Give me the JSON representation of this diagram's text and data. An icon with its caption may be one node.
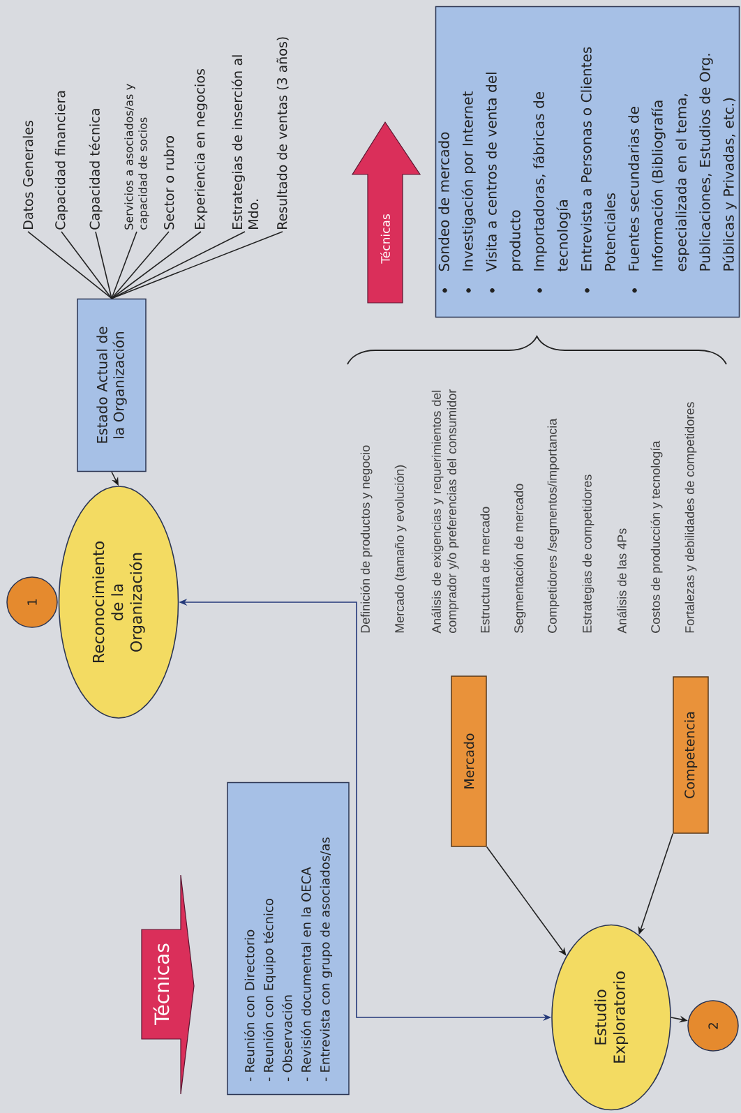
{
  "diagram": {
    "nodes": [
      {
        "text": [
          "1"
        ]
      },
      {
        "text": [
          "Reconocimiento de la Organización"
        ]
      },
      {
        "text": [
          "Estado Actual de la Organización"
        ]
      },
      {
        "text": [
          "Datos Generales"
        ]
      },
      {
        "text": [
          "Capacidad financiera"
        ]
      },
      {
        "text": [
          "Capacidad técnica"
        ]
      },
      {
        "text": [
          "Servicios a asociados/as y capacidad de socios"
        ]
      },
      {
        "text": [
          "Sector o rubro"
        ]
      },
      {
        "text": [
          "Experiencia en negocios"
        ]
      },
      {
        "text": [
          "Estrategias de inserción al Mdo."
        ]
      },
      {
        "text": [
          "Resultado de ventas (3 años)"
        ]
      },
      {
        "text": [
          "Técnicas"
        ]
      },
      {
        "text": [
          "Sondeo de mercado",
          "Investigación por Internet",
          "Visita a centros de venta del producto",
          "Importadoras, fábricas de tecnología",
          "Entrevista a Personas o Clientes Potenciales",
          "Fuentes secundarias de Información (Bibliografía especializada en el tema, Publicaciones, Estudios de Org. Públicas y Privadas, etc.)"
        ]
      },
      {
        "text": [
          "Técnicas"
        ]
      },
      {
        "text": [
          "- Reunión con Directorio",
          "- Reunión con Equipo técnico",
          "- Observación",
          "- Revisión documental en la OECA",
          "- Entrevista con grupo de asociados/as"
        ]
      },
      {
        "text": [
          "Mercado"
        ]
      },
      {
        "text": [
          "Competencia"
        ]
      },
      {
        "text": [
          "Estudio Exploratorio"
        ]
      },
      {
        "text": [
          "2"
        ]
      }
    ],
    "edges": [
      {
        "from": 2,
        "to": 1,
        "arrow": "to"
      },
      {
        "from": 2,
        "to": 3,
        "arrow": "none"
      },
      {
        "from": 2,
        "to": 4,
        "arrow": "none"
      },
      {
        "from": 2,
        "to": 5,
        "arrow": "none"
      },
      {
        "from": 2,
        "to": 6,
        "arrow": "none"
      },
      {
        "from": 2,
        "to": 7,
        "arrow": "none"
      },
      {
        "from": 2,
        "to": 8,
        "arrow": "none"
      },
      {
        "from": 2,
        "to": 9,
        "arrow": "none"
      },
      {
        "from": 2,
        "to": 10,
        "arrow": "none"
      },
      {
        "from": 1,
        "to": 17,
        "arrow": "both",
        "color": "#24397a"
      },
      {
        "from": 15,
        "to": 17,
        "arrow": "to"
      },
      {
        "from": 16,
        "to": 17,
        "arrow": "to"
      },
      {
        "from": 17,
        "to": 18,
        "arrow": "to"
      }
    ],
    "labels": [
      "Definición de productos y negocio",
      "Mercado (tamaño y evolución)",
      "Análisis de exigencias y requerimientos del comprador y/o preferencias del consumidor",
      "Estructura de mercado",
      "Segmentación de mercado",
      "Competidores /segmentos/importancia",
      "Estrategias de competidores",
      "Análisis de las 4Ps",
      "Costos de producción y tecnología",
      "Fortalezas y debilidades de competidores"
    ]
  }
}
